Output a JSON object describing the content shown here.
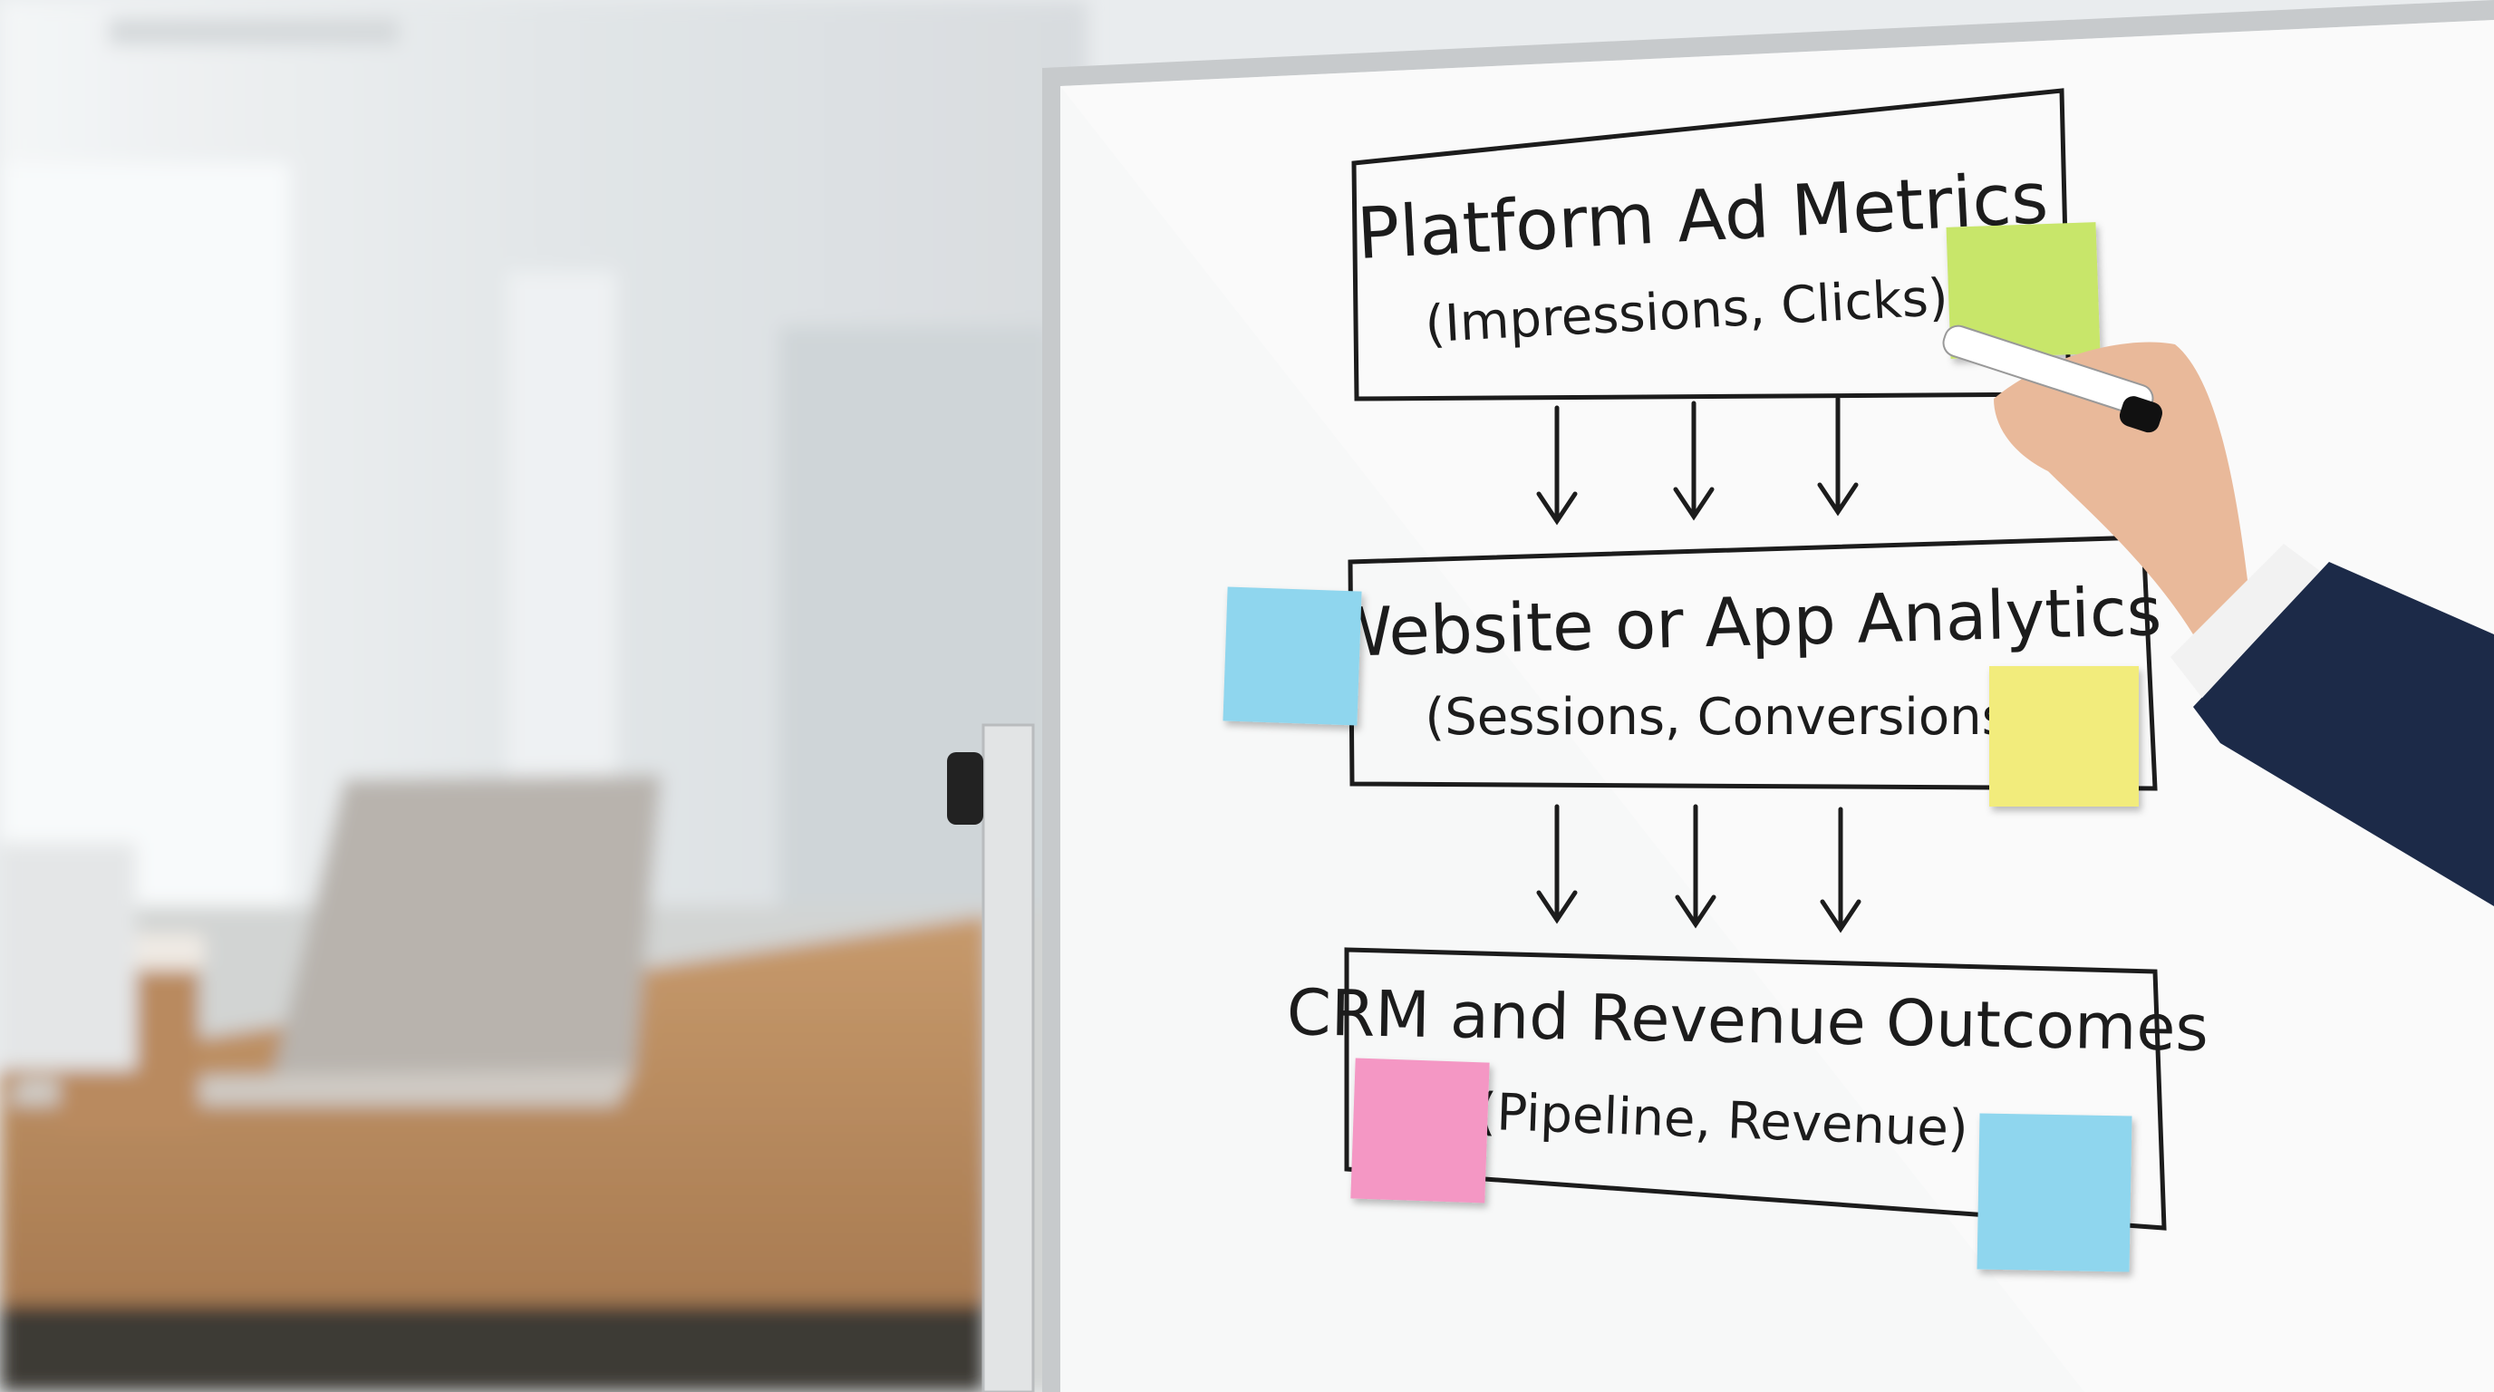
{
  "whiteboard": {
    "boxes": [
      {
        "title": "Platform Ad Metrics",
        "subtitle": "(Impressions, Clicks)"
      },
      {
        "title": "Website or App Analytics",
        "subtitle": "(Sessions, Conversions)"
      },
      {
        "title": "CRM and Revenue Outcomes",
        "subtitle": "(Pipeline, Revenue)"
      }
    ],
    "sticky_colors": {
      "green": "#c8e66a",
      "blue": "#8fd6ee",
      "yellow": "#f2ec7c",
      "pink": "#f497c4"
    }
  }
}
